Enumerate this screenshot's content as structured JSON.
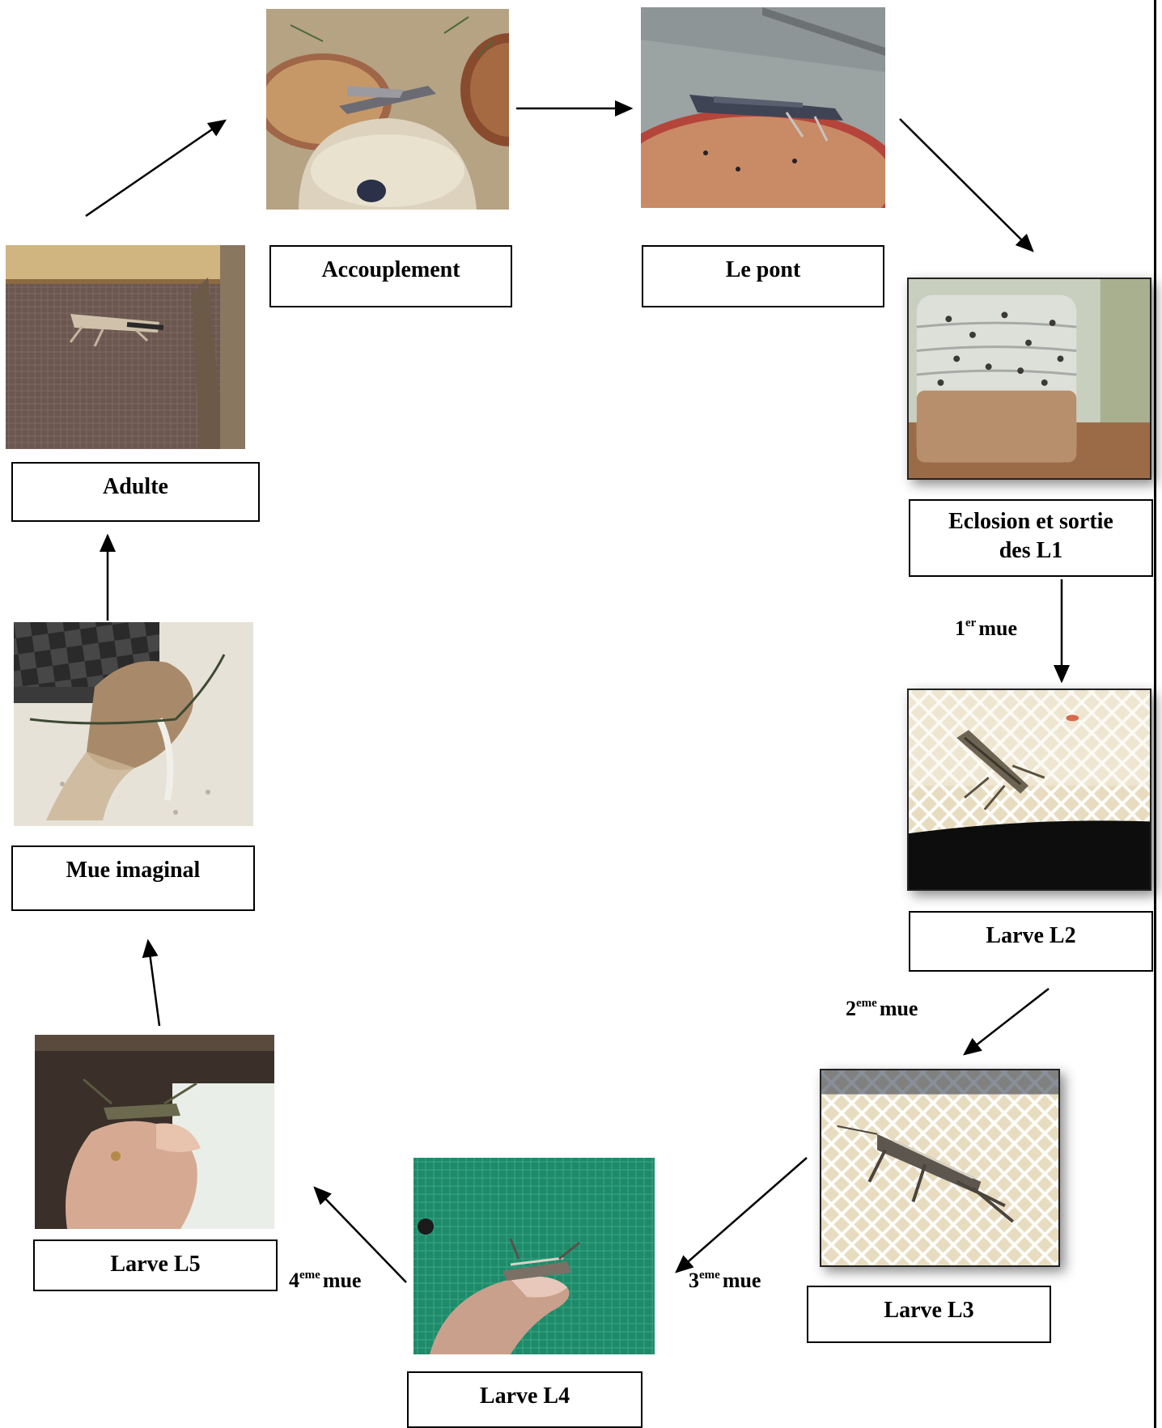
{
  "stages": {
    "accouplement": "Accouplement",
    "ponte": "Le pont",
    "eclosion_line1": "Eclosion et sortie",
    "eclosion_line2": "des L1",
    "l2": "Larve L2",
    "l3": "Larve L3",
    "l4": "Larve L4",
    "l5": "Larve L5",
    "mue_imaginal": "Mue imaginal",
    "adulte": "Adulte"
  },
  "molts": {
    "m1": {
      "num": "1",
      "sup": "er",
      "word": "mue"
    },
    "m2": {
      "num": "2",
      "sup": "eme",
      "word": "mue"
    },
    "m3": {
      "num": "3",
      "sup": "eme",
      "word": "mue"
    },
    "m4": {
      "num": "4",
      "sup": "eme",
      "word": "mue"
    }
  },
  "icons": {
    "arrow": "arrow-icon"
  }
}
